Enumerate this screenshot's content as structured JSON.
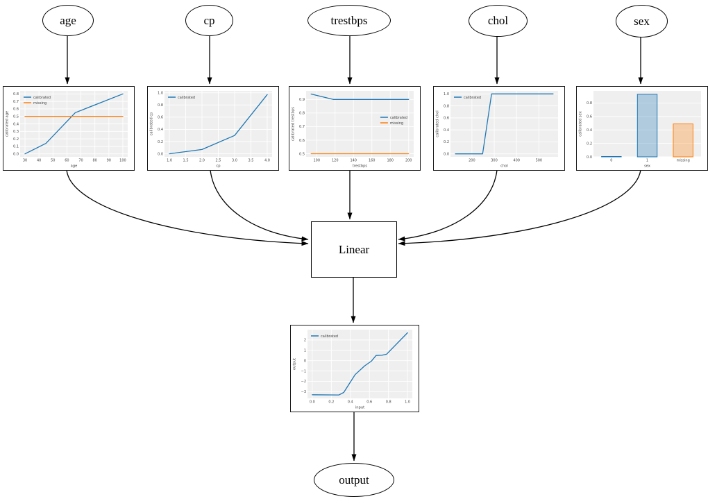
{
  "diagram": {
    "input_nodes": [
      {
        "id": "age",
        "label": "age"
      },
      {
        "id": "cp",
        "label": "cp"
      },
      {
        "id": "trestbps",
        "label": "trestbps"
      },
      {
        "id": "chol",
        "label": "chol"
      },
      {
        "id": "sex",
        "label": "sex"
      }
    ],
    "linear_label": "Linear",
    "output_label": "output"
  },
  "colors": {
    "calibrated": "#1f77b4",
    "missing": "#ff7f0e",
    "edge": "#000000",
    "plot_bg": "#efefef",
    "grid": "#ffffff"
  },
  "chart_data": [
    {
      "id": "age",
      "type": "line",
      "title": "",
      "xlabel": "age",
      "ylabel": "calibrated age",
      "xlim": [
        26.5,
        103.5
      ],
      "ylim": [
        -0.04,
        0.84
      ],
      "xticks": [
        30,
        40,
        50,
        60,
        70,
        80,
        90,
        100
      ],
      "xticklabels": [
        "30",
        "40",
        "50",
        "60",
        "70",
        "80",
        "90",
        "100"
      ],
      "yticks": [
        0,
        0.1,
        0.2,
        0.3,
        0.4,
        0.5,
        0.6,
        0.7,
        0.8
      ],
      "yticklabels": [
        "0.0",
        "0.1",
        "0.2",
        "0.3",
        "0.4",
        "0.5",
        "0.6",
        "0.7",
        "0.8"
      ],
      "legend": {
        "loc": "upper-left"
      },
      "series": [
        {
          "name": "calibrated",
          "color": "#1f77b4",
          "x": [
            30,
            45,
            66,
            100
          ],
          "y": [
            0.0,
            0.14,
            0.55,
            0.8
          ]
        },
        {
          "name": "missing",
          "color": "#ff7f0e",
          "x": [
            30,
            100
          ],
          "y": [
            0.5,
            0.5
          ]
        }
      ]
    },
    {
      "id": "cp",
      "type": "line",
      "title": "",
      "xlabel": "cp",
      "ylabel": "calibrated cp",
      "xlim": [
        0.85,
        4.15
      ],
      "ylim": [
        -0.05,
        1.03
      ],
      "xticks": [
        1,
        1.5,
        2,
        2.5,
        3,
        3.5,
        4
      ],
      "xticklabels": [
        "1.0",
        "1.5",
        "2.0",
        "2.5",
        "3.0",
        "3.5",
        "4.0"
      ],
      "yticks": [
        0,
        0.2,
        0.4,
        0.6,
        0.8,
        1.0
      ],
      "yticklabels": [
        "0.0",
        "0.2",
        "0.4",
        "0.6",
        "0.8",
        "1.0"
      ],
      "legend": {
        "loc": "upper-left"
      },
      "series": [
        {
          "name": "calibrated",
          "color": "#1f77b4",
          "x": [
            1,
            2,
            3,
            4
          ],
          "y": [
            0.0,
            0.07,
            0.3,
            0.97
          ]
        }
      ]
    },
    {
      "id": "trestbps",
      "type": "line",
      "title": "",
      "xlabel": "trestbps",
      "ylabel": "calibrated trestbps",
      "xlim": [
        88.5,
        205.5
      ],
      "ylim": [
        0.477,
        0.963
      ],
      "xticks": [
        100,
        120,
        140,
        160,
        180,
        200
      ],
      "xticklabels": [
        "100",
        "120",
        "140",
        "160",
        "180",
        "200"
      ],
      "yticks": [
        0.5,
        0.6,
        0.7,
        0.8,
        0.9
      ],
      "yticklabels": [
        "0.5",
        "0.6",
        "0.7",
        "0.8",
        "0.9"
      ],
      "legend": {
        "loc": "center-right"
      },
      "series": [
        {
          "name": "calibrated",
          "color": "#1f77b4",
          "x": [
            94,
            118,
            200
          ],
          "y": [
            0.94,
            0.9,
            0.9
          ]
        },
        {
          "name": "missing",
          "color": "#ff7f0e",
          "x": [
            94,
            200
          ],
          "y": [
            0.5,
            0.5
          ]
        }
      ]
    },
    {
      "id": "chol",
      "type": "line",
      "title": "",
      "xlabel": "chol",
      "ylabel": "calibrated chol",
      "xlim": [
        104,
        586
      ],
      "ylim": [
        -0.05,
        1.05
      ],
      "xticks": [
        200,
        300,
        400,
        500
      ],
      "xticklabels": [
        "200",
        "300",
        "400",
        "500"
      ],
      "yticks": [
        0,
        0.2,
        0.4,
        0.6,
        0.8,
        1.0
      ],
      "yticklabels": [
        "0.0",
        "0.2",
        "0.4",
        "0.6",
        "0.8",
        "1.0"
      ],
      "legend": {
        "loc": "upper-left"
      },
      "series": [
        {
          "name": "calibrated",
          "color": "#1f77b4",
          "x": [
            126,
            248,
            288,
            564
          ],
          "y": [
            0.0,
            0.0,
            1.0,
            1.0
          ]
        }
      ]
    },
    {
      "id": "sex",
      "type": "bar",
      "title": "",
      "xlabel": "sex",
      "ylabel": "calibrated sex",
      "categories": [
        "0",
        "1",
        "missing"
      ],
      "values": [
        0.005,
        0.93,
        0.49
      ],
      "bar_fill": [
        "rgba(31,119,180,0.3)",
        "rgba(31,119,180,0.3)",
        "rgba(255,127,14,0.3)"
      ],
      "bar_edge": [
        "#1f77b4",
        "#1f77b4",
        "#ff7f0e"
      ],
      "ylim": [
        0,
        0.98
      ],
      "yticks": [
        0,
        0.2,
        0.4,
        0.6,
        0.8
      ],
      "yticklabels": [
        "0.0",
        "0.2",
        "0.4",
        "0.6",
        "0.8"
      ]
    },
    {
      "id": "output",
      "type": "line",
      "title": "",
      "xlabel": "input",
      "ylabel": "output",
      "xlim": [
        -0.05,
        1.05
      ],
      "ylim": [
        -3.65,
        3.0
      ],
      "xticks": [
        0,
        0.2,
        0.4,
        0.6,
        0.8,
        1.0
      ],
      "xticklabels": [
        "0.0",
        "0.2",
        "0.4",
        "0.6",
        "0.8",
        "1.0"
      ],
      "yticks": [
        -3,
        -2,
        -1,
        0,
        1,
        2
      ],
      "yticklabels": [
        "−3",
        "−2",
        "−1",
        "0",
        "1",
        "2"
      ],
      "legend": {
        "loc": "upper-left"
      },
      "series": [
        {
          "name": "calibrated",
          "color": "#1f77b4",
          "x": [
            0.0,
            0.28,
            0.33,
            0.45,
            0.55,
            0.62,
            0.67,
            0.73,
            0.78,
            1.0
          ],
          "y": [
            -3.3,
            -3.32,
            -3.08,
            -1.35,
            -0.5,
            -0.05,
            0.5,
            0.52,
            0.62,
            2.7
          ]
        }
      ]
    }
  ]
}
